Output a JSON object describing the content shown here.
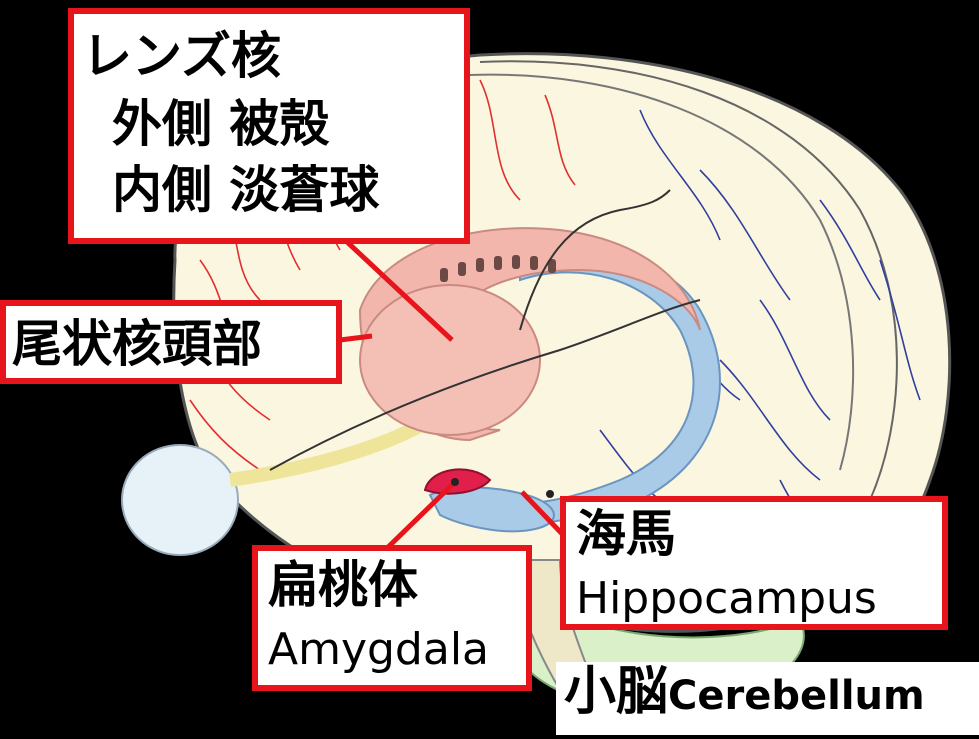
{
  "labels": {
    "lentiform": {
      "title": "レンズ核",
      "line1": "外側 被殻",
      "line2": "内側 淡蒼球"
    },
    "caudate": {
      "title": "尾状核頭部"
    },
    "amygdala": {
      "ja": "扁桃体",
      "en": "Amygdala"
    },
    "hippocampus": {
      "ja": "海馬",
      "en": "Hippocampus"
    },
    "cerebellum": {
      "ja": "小脳",
      "en": "Cerebellum"
    }
  },
  "colors": {
    "box_border": "#e8141b",
    "pointer_line": "#e8141b",
    "background": "#000000",
    "brain_fill": "#fbf6df",
    "caudate_fill": "#f2b6ad",
    "hippocampus_fill": "#a9cbe8",
    "amygdala_fill": "#e0204a",
    "cerebellum_fill": "#d9f0c8"
  }
}
